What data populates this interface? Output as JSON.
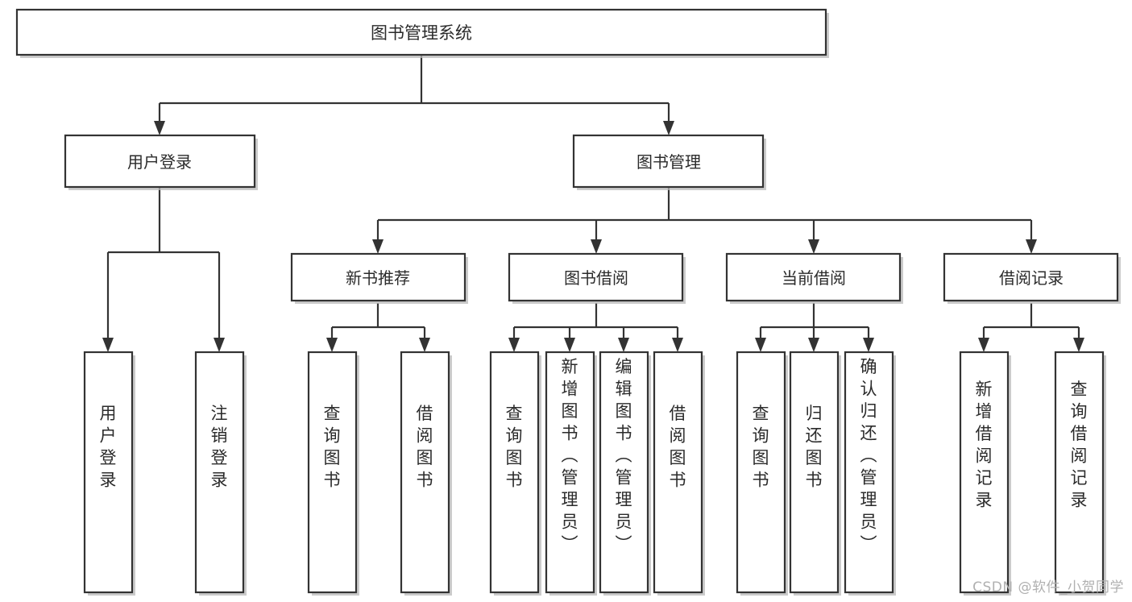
{
  "diagram": {
    "type": "tree-hierarchy",
    "title": "图书管理系统",
    "root": {
      "id": "root",
      "label": "图书管理系统",
      "orientation": "horizontal"
    },
    "level1": [
      {
        "id": "user-login",
        "label": "用户登录",
        "orientation": "horizontal"
      },
      {
        "id": "book-management",
        "label": "图书管理",
        "orientation": "horizontal"
      }
    ],
    "level2": [
      {
        "id": "new-book-recommend",
        "label": "新书推荐",
        "parent": "book-management",
        "orientation": "horizontal"
      },
      {
        "id": "book-borrow",
        "label": "图书借阅",
        "parent": "book-management",
        "orientation": "horizontal"
      },
      {
        "id": "current-borrow",
        "label": "当前借阅",
        "parent": "book-management",
        "orientation": "horizontal"
      },
      {
        "id": "borrow-record",
        "label": "借阅记录",
        "parent": "book-management",
        "orientation": "horizontal"
      }
    ],
    "leaves": [
      {
        "id": "leaf-user-login",
        "label": "用户登录",
        "parent": "user-login",
        "orientation": "vertical"
      },
      {
        "id": "leaf-user-logout",
        "label": "注销登录",
        "parent": "user-login",
        "orientation": "vertical"
      },
      {
        "id": "leaf-query-book-1",
        "label": "查询图书",
        "parent": "new-book-recommend",
        "orientation": "vertical"
      },
      {
        "id": "leaf-borrow-book-1",
        "label": "借阅图书",
        "parent": "new-book-recommend",
        "orientation": "vertical"
      },
      {
        "id": "leaf-query-book-2",
        "label": "查询图书",
        "parent": "book-borrow",
        "orientation": "vertical"
      },
      {
        "id": "leaf-add-book",
        "label": "新增图书（管理员）",
        "parent": "book-borrow",
        "orientation": "vertical"
      },
      {
        "id": "leaf-edit-book",
        "label": "编辑图书（管理员）",
        "parent": "book-borrow",
        "orientation": "vertical"
      },
      {
        "id": "leaf-borrow-book-2",
        "label": "借阅图书",
        "parent": "book-borrow",
        "orientation": "vertical"
      },
      {
        "id": "leaf-query-book-3",
        "label": "查询图书",
        "parent": "current-borrow",
        "orientation": "vertical"
      },
      {
        "id": "leaf-return-book",
        "label": "归还图书",
        "parent": "current-borrow",
        "orientation": "vertical"
      },
      {
        "id": "leaf-confirm-return",
        "label": "确认归还（管理员）",
        "parent": "current-borrow",
        "orientation": "vertical"
      },
      {
        "id": "leaf-add-record",
        "label": "新增借阅记录",
        "parent": "borrow-record",
        "orientation": "vertical"
      },
      {
        "id": "leaf-query-record",
        "label": "查询借阅记录",
        "parent": "borrow-record",
        "orientation": "vertical"
      }
    ]
  },
  "watermark": {
    "text": "CSDN @软件_小贺同学"
  },
  "colors": {
    "box_stroke": "#333333",
    "box_fill": "#ffffff",
    "text": "#2b2b2b",
    "watermark": "#b0b0b0",
    "shadow": "#b9b9b9"
  }
}
